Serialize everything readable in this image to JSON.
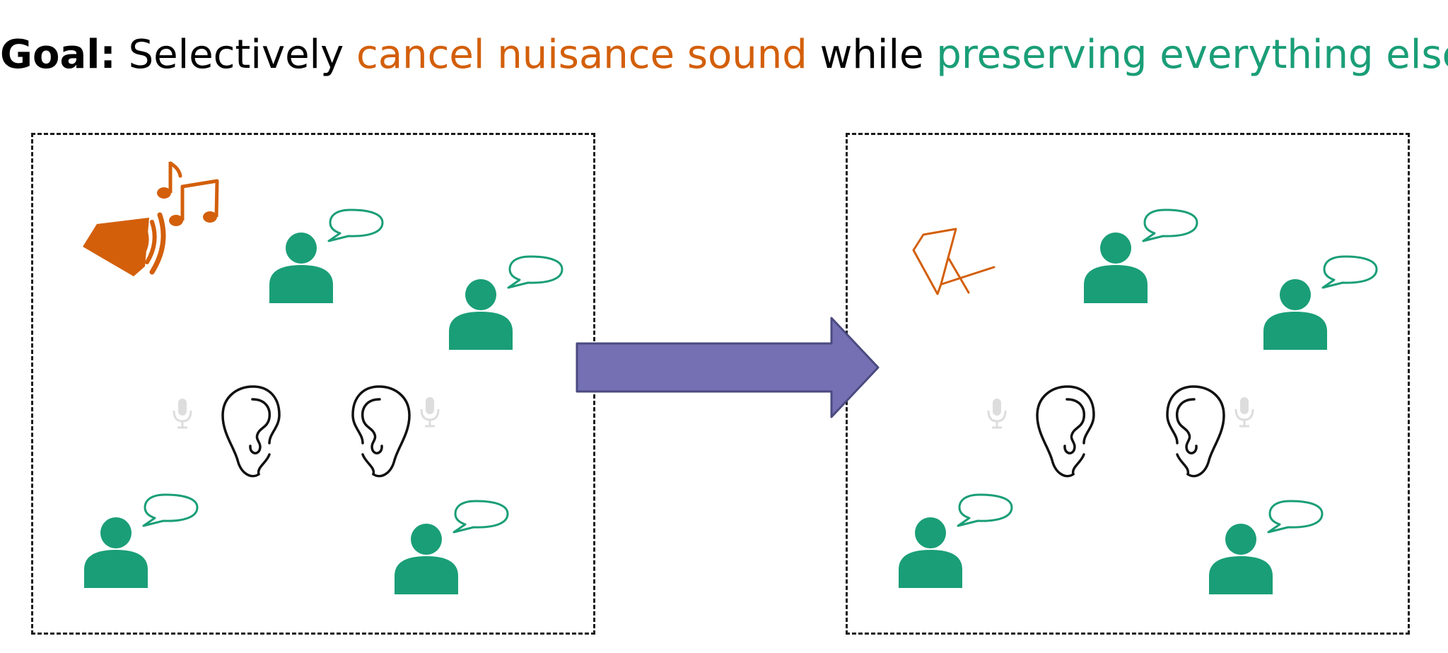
{
  "headline": {
    "lead": "Goal:",
    "part1": " Selectively ",
    "cancel_phrase": "cancel nuisance sound",
    "part2": " while ",
    "preserve_phrase": "preserving everything else"
  },
  "colors": {
    "nuisance": "#D35F0A",
    "preserve": "#1A9E77",
    "arrow_fill": "#7570B3",
    "arrow_stroke": "#4A4A80",
    "microphone": "#DDDDDD",
    "ear_stroke": "#111111",
    "border": "#1A1A1A"
  },
  "icons": {
    "noise_source": "speaker-with-music-notes-icon",
    "muted_source": "muted-speaker-icon",
    "speaker": "person-with-speech-bubble-icon",
    "listener": "ear-icon",
    "microphone": "microphone-icon",
    "transition": "right-arrow"
  }
}
